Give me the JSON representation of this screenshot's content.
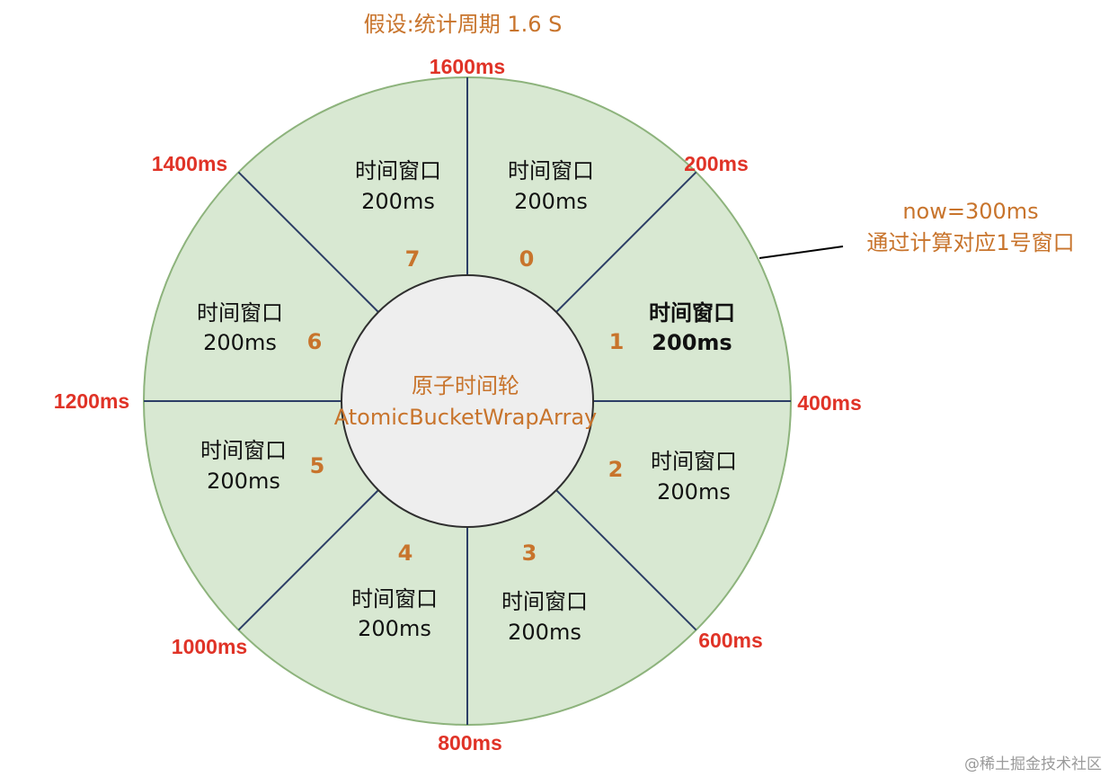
{
  "header": {
    "assumption": "假设:统计周期 1.6 S"
  },
  "hub": {
    "line1": "原子时间轮",
    "line2": "AtomicBucketWrapArray"
  },
  "windows": [
    {
      "index": "0",
      "title": "时间窗口",
      "duration": "200ms",
      "highlighted": false
    },
    {
      "index": "1",
      "title": "时间窗口",
      "duration": "200ms",
      "highlighted": true
    },
    {
      "index": "2",
      "title": "时间窗口",
      "duration": "200ms",
      "highlighted": false
    },
    {
      "index": "3",
      "title": "时间窗口",
      "duration": "200ms",
      "highlighted": false
    },
    {
      "index": "4",
      "title": "时间窗口",
      "duration": "200ms",
      "highlighted": false
    },
    {
      "index": "5",
      "title": "时间窗口",
      "duration": "200ms",
      "highlighted": false
    },
    {
      "index": "6",
      "title": "时间窗口",
      "duration": "200ms",
      "highlighted": false
    },
    {
      "index": "7",
      "title": "时间窗口",
      "duration": "200ms",
      "highlighted": false
    }
  ],
  "boundaries": [
    "1600ms",
    "200ms",
    "400ms",
    "600ms",
    "800ms",
    "1000ms",
    "1200ms",
    "1400ms"
  ],
  "annotation": {
    "line1": "now=300ms",
    "line2": "通过计算对应1号窗口"
  },
  "watermark": "@稀土掘金技术社区",
  "colors": {
    "ring_fill": "#d8e8d2",
    "ring_stroke": "#8db37c",
    "hub_fill": "#eeeeee",
    "divider": "#2c3e66",
    "orange_text": "#c8742c",
    "red_text": "#e03327"
  }
}
